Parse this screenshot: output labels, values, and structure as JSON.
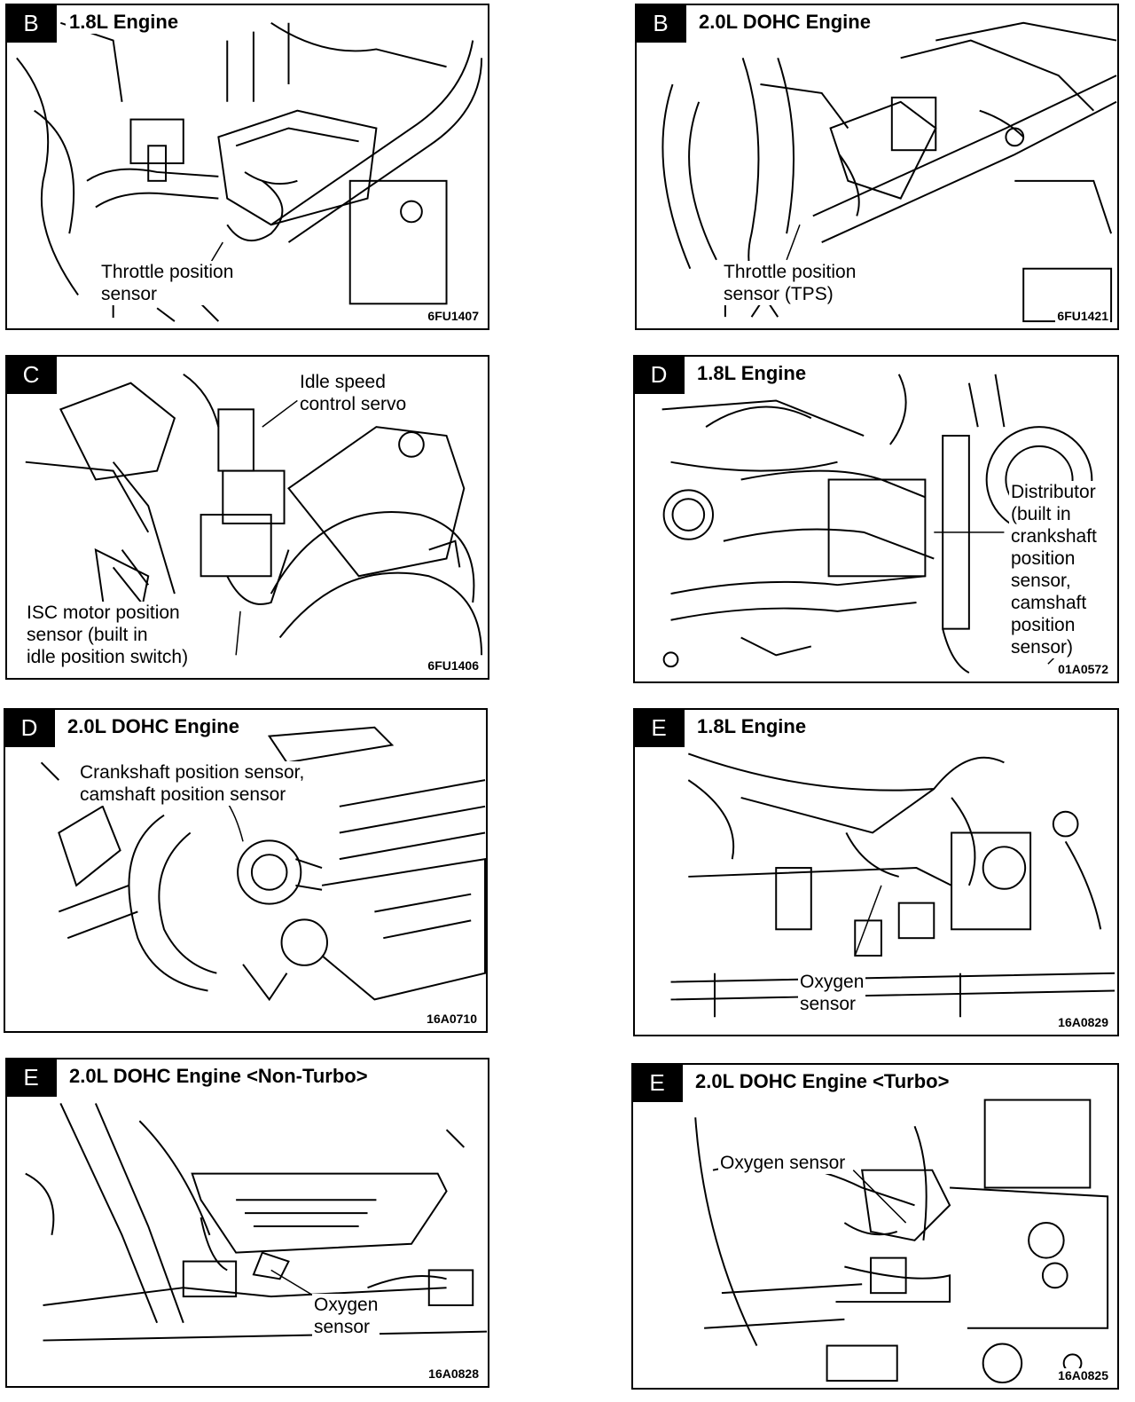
{
  "panels": [
    {
      "badge": "B",
      "title": "1.8L Engine",
      "label": "Throttle position\nsensor",
      "code": "6FU1407"
    },
    {
      "badge": "B",
      "title": "2.0L DOHC Engine",
      "label": "Throttle position\nsensor (TPS)",
      "code": "6FU1421"
    },
    {
      "badge": "C",
      "title": "",
      "label_a": "Idle speed\ncontrol servo",
      "label_b": "ISC motor position\nsensor (built in\nidle position switch)",
      "code": "6FU1406"
    },
    {
      "badge": "D",
      "title": "1.8L Engine",
      "label": "Distributor\n(built in\ncrankshaft\nposition\nsensor,\ncamshaft\nposition\nsensor)",
      "code": "01A0572"
    },
    {
      "badge": "D",
      "title": "2.0L DOHC Engine",
      "label": "Crankshaft position sensor,\ncamshaft position sensor",
      "code": "16A0710"
    },
    {
      "badge": "E",
      "title": "1.8L Engine",
      "label": "Oxygen\nsensor",
      "code": "16A0829"
    },
    {
      "badge": "E",
      "title": "2.0L DOHC Engine <Non-Turbo>",
      "label": "Oxygen\nsensor",
      "code": "16A0828"
    },
    {
      "badge": "E",
      "title": "2.0L DOHC Engine <Turbo>",
      "label": "Oxygen sensor",
      "code": "16A0825"
    }
  ]
}
